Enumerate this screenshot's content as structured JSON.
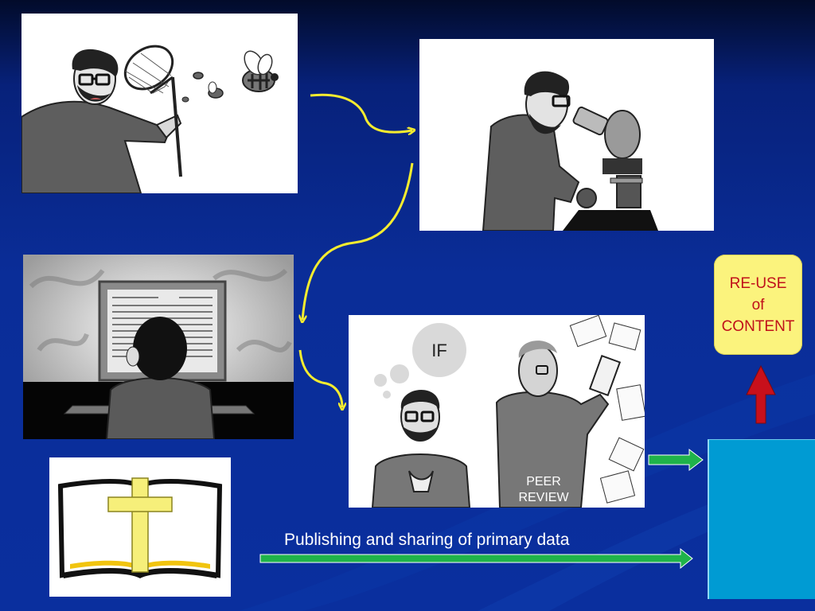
{
  "panels": {
    "peer_review": {
      "thought_text": "IF",
      "sign_line1": "PEER",
      "sign_line2": "REVIEW"
    }
  },
  "reuse_box": {
    "line1": "RE-USE",
    "line2": "of",
    "line3": "CONTENT"
  },
  "publishing_label": "Publishing and sharing of primary data",
  "colors": {
    "background": "#0a2d98",
    "flow_arrow": "#f5ec2f",
    "publish_arrow": "#1fb34a",
    "reuse_arrow": "#c8101b",
    "reuse_box": "#fbf37d",
    "repository": "#009bd3"
  }
}
